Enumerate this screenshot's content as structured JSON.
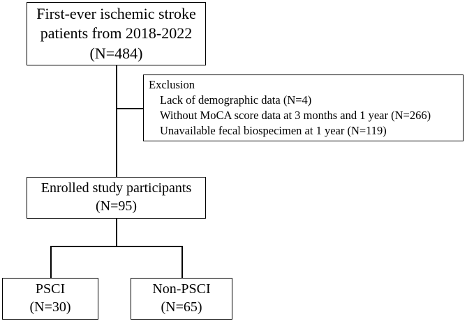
{
  "flowchart": {
    "start": {
      "line1": "First-ever ischemic stroke",
      "line2": "patients from 2018-2022",
      "count": "(N=484)"
    },
    "exclusion": {
      "title": "Exclusion",
      "items": [
        "Lack of demographic data (N=4)",
        "Without MoCA score data at 3 months and 1 year (N=266)",
        "Unavailable fecal biospecimen at 1 year (N=119)"
      ]
    },
    "enrolled": {
      "line1": "Enrolled study participants",
      "count": "(N=95)"
    },
    "groups": [
      {
        "label": "PSCI",
        "count": "(N=30)"
      },
      {
        "label": "Non-PSCI",
        "count": "(N=65)"
      }
    ]
  }
}
